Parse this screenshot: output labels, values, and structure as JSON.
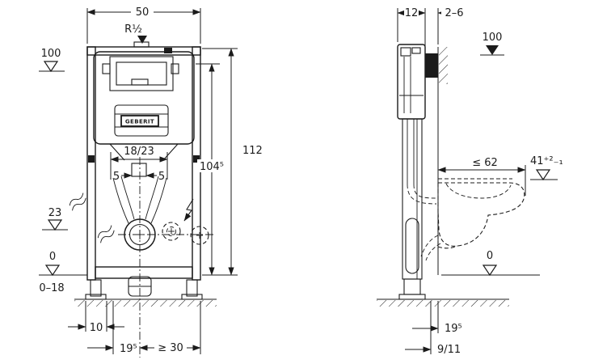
{
  "front_view": {
    "dim_width": "50",
    "water_supply": "R½",
    "meter_mark": "100",
    "dim_outlet_offset": "18/23",
    "dim_offset_left": "5",
    "dim_offset_right": "5",
    "dim_frame_height": "112",
    "dim_plate_height": "104⁵",
    "dim_outlet_level": "23",
    "floor_level": "0",
    "dim_floor_range": "0–18",
    "dim_foot": "10",
    "dim_foot_depth": "19⁵",
    "dim_min_side": "≥ 30",
    "brand": "GEBERIT"
  },
  "side_view": {
    "dim_depth": "12",
    "dim_cladding": "2–6",
    "meter_mark": "100",
    "dim_bowl_depth": "≤ 62",
    "dim_bowl_height": "41⁺²₋₁",
    "floor_level": "0",
    "dim_wall_offset": "19⁵",
    "dim_outlet_offset": "9/11"
  }
}
